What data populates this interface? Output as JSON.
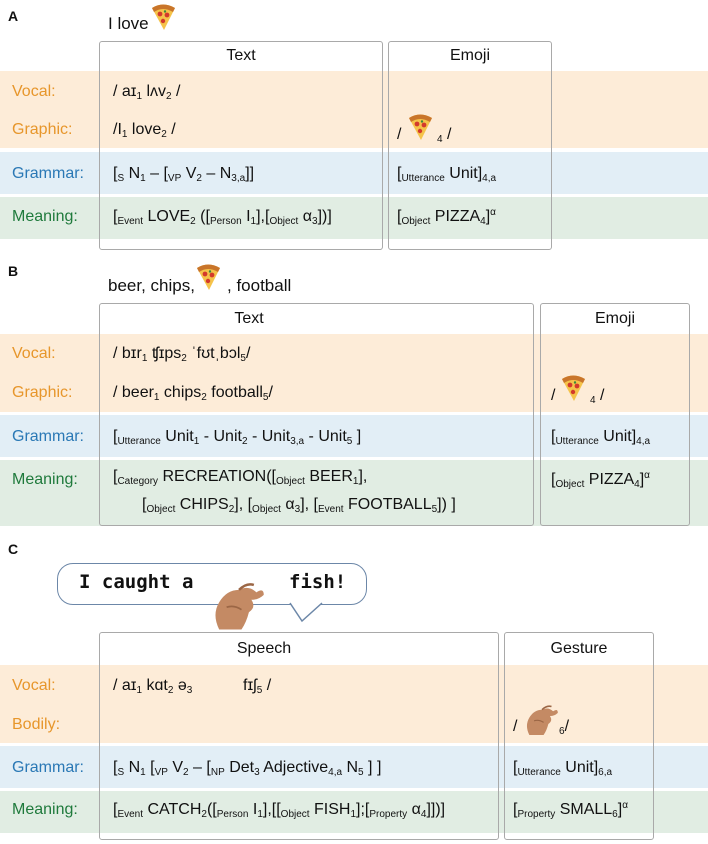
{
  "panel_a": {
    "label": "A",
    "caption": "I love",
    "headers": {
      "text": "Text",
      "emoji": "Emoji"
    },
    "rows": {
      "vocal": "Vocal:",
      "graphic": "Graphic:",
      "grammar": "Grammar:",
      "meaning": "Meaning:"
    }
  },
  "panel_b": {
    "label": "B",
    "caption_left": "beer, chips,",
    "caption_right": ", football",
    "headers": {
      "text": "Text",
      "emoji": "Emoji"
    },
    "rows": {
      "vocal": "Vocal:",
      "graphic": "Graphic:",
      "grammar": "Grammar:",
      "meaning": "Meaning:"
    }
  },
  "panel_c": {
    "label": "C",
    "speech_left": "I caught a",
    "speech_right": "fish!",
    "headers": {
      "speech": "Speech",
      "gesture": "Gesture"
    },
    "rows": {
      "vocal": "Vocal:",
      "bodily": "Bodily:",
      "grammar": "Grammar:",
      "meaning": "Meaning:"
    }
  },
  "colors": {
    "orange_band": "#fdecd8",
    "blue_band": "#e2eef6",
    "green_band": "#e1ede3",
    "vocal_label": "#e7962b",
    "grammar_label": "#2a78b5",
    "meaning_label": "#1f7a3c"
  },
  "icons": {
    "pizza": "pizza-slice-emoji",
    "hand": "pinch-gesture-hand"
  }
}
